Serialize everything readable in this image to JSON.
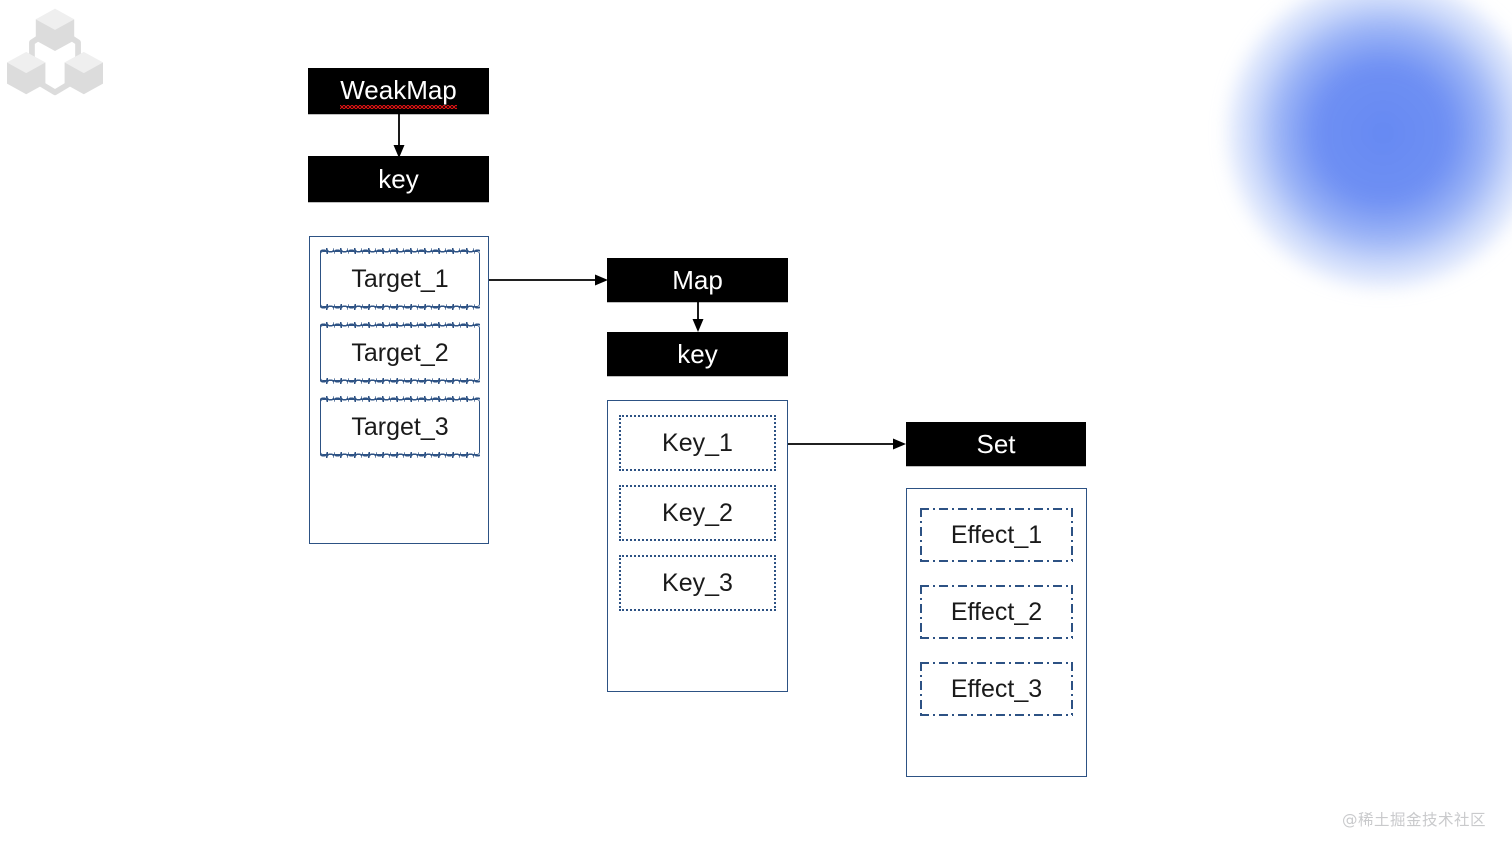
{
  "page": {
    "background_color": "#ffffff",
    "accent_blue": "#2d5284",
    "blob_color": "#5e83f2",
    "watermark": "@稀土掘金技术社区",
    "logo_icon": "blockchain-nodes-icon"
  },
  "diagram": {
    "title_misspelled_flag": true,
    "weakmap_group": {
      "root_label": "WeakMap",
      "key_label": "key",
      "container_items": [
        {
          "label": "Target_1",
          "border_style": "wavy"
        },
        {
          "label": "Target_2",
          "border_style": "wavy"
        },
        {
          "label": "Target_3",
          "border_style": "wavy"
        }
      ]
    },
    "map_group": {
      "root_label": "Map",
      "key_label": "key",
      "container_items": [
        {
          "label": "Key_1",
          "border_style": "dotted"
        },
        {
          "label": "Key_2",
          "border_style": "dotted"
        },
        {
          "label": "Key_3",
          "border_style": "dotted"
        }
      ]
    },
    "set_group": {
      "root_label": "Set",
      "container_items": [
        {
          "label": "Effect_1",
          "border_style": "dash-dot"
        },
        {
          "label": "Effect_2",
          "border_style": "dash-dot"
        },
        {
          "label": "Effect_3",
          "border_style": "dash-dot"
        }
      ]
    },
    "connectors": [
      {
        "name": "weakmap-to-key",
        "from": "WeakMap",
        "to": "key",
        "direction": "down"
      },
      {
        "name": "target1-to-map",
        "from": "Target_1",
        "to": "Map",
        "direction": "right"
      },
      {
        "name": "map-to-key",
        "from": "Map",
        "to": "key",
        "direction": "down"
      },
      {
        "name": "key1-to-set",
        "from": "Key_1",
        "to": "Set",
        "direction": "right"
      }
    ]
  }
}
